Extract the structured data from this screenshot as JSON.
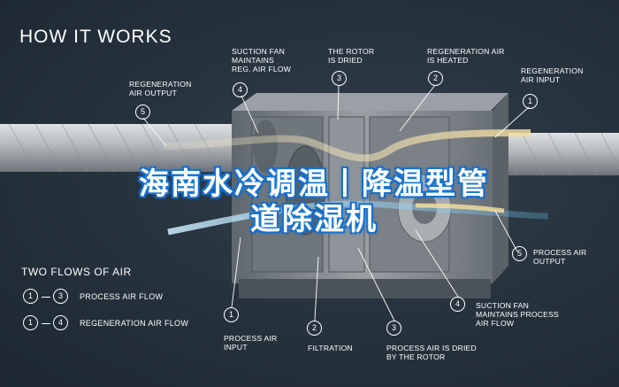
{
  "header": {
    "title": "HOW IT WORKS"
  },
  "labels": {
    "regen_air_output": "REGENERATION\nAIR OUTPUT",
    "suction_fan_regen": "SUCTION FAN\nMAINTAINS\nREG. AIR FLOW",
    "rotor_dried": "THE ROTOR\nIS DRIED",
    "regen_air_heated": "REGENERATION AIR\nIS HEATED",
    "regen_air_input": "REGENERATION\nAIR INPUT",
    "process_air_output": "PROCESS AIR\nOUTPUT",
    "suction_fan_process": "SUCTION FAN\nMAINTAINS PROCESS\nAIR FLOW",
    "process_air_input": "PROCESS AIR\nINPUT",
    "filtration": "FILTRATION",
    "process_air_dried": "PROCESS AIR IS DRIED\nBY THE ROTOR"
  },
  "badges": {
    "b5_top": "5",
    "b4_top": "4",
    "b3_top": "3",
    "b2_top": "2",
    "b1_top": "1",
    "b5_right": "5",
    "b4_bottom": "4",
    "b1_bottom": "1",
    "b2_bottom": "2",
    "b3_bottom": "3"
  },
  "legend": {
    "title": "TWO FLOWS OF AIR",
    "process": {
      "from": "1",
      "to": "3",
      "label": "PROCESS AIR FLOW"
    },
    "regeneration": {
      "from": "1",
      "to": "4",
      "label": "REGENERATION AIR FLOW"
    }
  },
  "overlay": {
    "line1": "海南水冷调温丨降温型管",
    "line2": "道除湿机"
  },
  "colors": {
    "background": "#27333e",
    "accent_blue": "#1d7fd8",
    "unit_body": "#8a8f94",
    "duct": "#b9bcbf",
    "warm_flow": "#f4e6b5",
    "cool_flow": "#9fd6f6"
  }
}
